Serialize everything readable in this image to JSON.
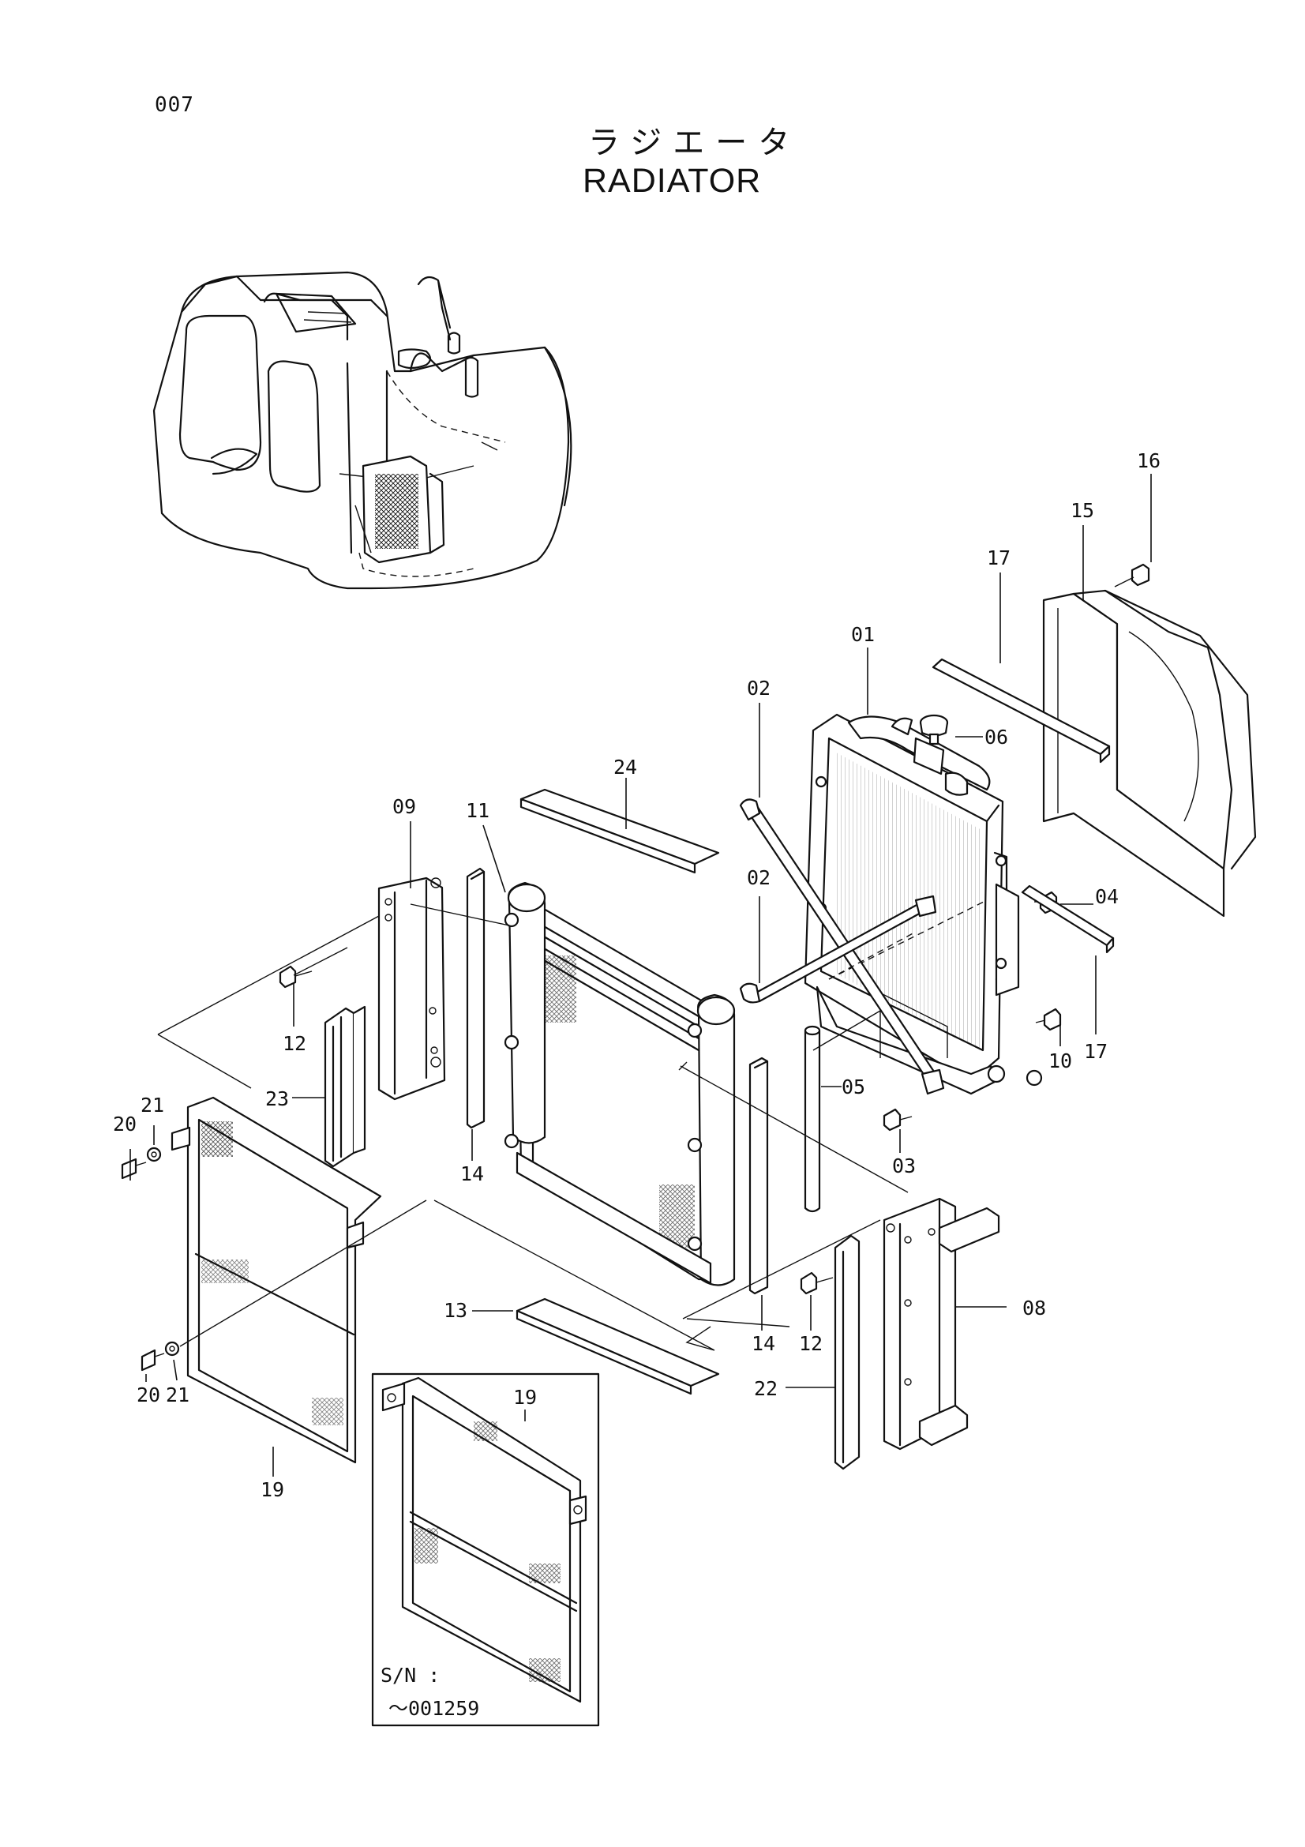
{
  "page": {
    "number": "007",
    "title_jp": "ラジエータ",
    "title_en": "RADIATOR"
  },
  "callouts": {
    "c01": "01",
    "c02a": "02",
    "c02b": "02",
    "c03": "03",
    "c04": "04",
    "c05": "05",
    "c06": "06",
    "c08": "08",
    "c09": "09",
    "c10": "10",
    "c11": "11",
    "c12a": "12",
    "c12b": "12",
    "c13": "13",
    "c14a": "14",
    "c14b": "14",
    "c15": "15",
    "c16": "16",
    "c17a": "17",
    "c17b": "17",
    "c19a": "19",
    "c19b": "19",
    "c20a": "20",
    "c20b": "20",
    "c21a": "21",
    "c21b": "21",
    "c22": "22",
    "c23": "23",
    "c24": "24"
  },
  "inset": {
    "sn_label": "S/N :",
    "sn_range": "～001259"
  }
}
